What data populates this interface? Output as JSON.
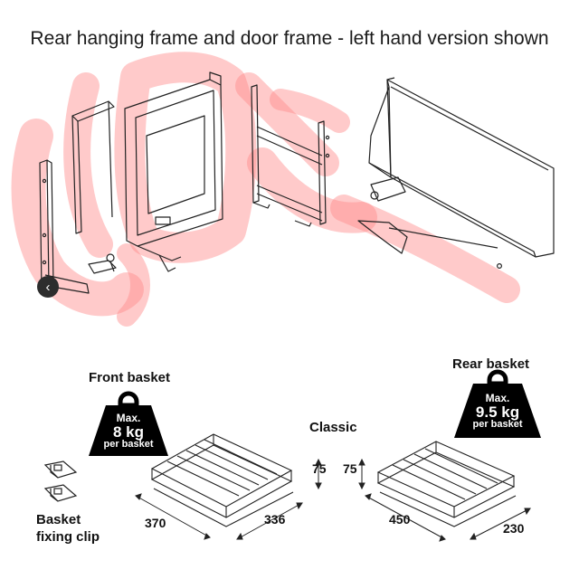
{
  "diagram": {
    "title": "Rear hanging frame and door frame - left hand version shown",
    "front_basket": {
      "label": "Front basket",
      "weight": {
        "line1": "Max.",
        "line2": "8 kg",
        "line3": "per basket"
      },
      "dim_width": "370",
      "dim_depth": "336",
      "dim_height": "75"
    },
    "rear_basket": {
      "label": "Rear basket",
      "weight": {
        "line1": "Max.",
        "line2": "9.5 kg",
        "line3": "per basket"
      },
      "dim_width": "450",
      "dim_depth": "230",
      "dim_height": "75"
    },
    "classic_label": "Classic",
    "clip_label_line1": "Basket",
    "clip_label_line2": "fixing clip",
    "colors": {
      "highlight": "#ff8a8a",
      "ink": "#222222",
      "weight_fill": "#000000"
    },
    "icons": {
      "nav": "chevron-left-icon",
      "weight": "kettlebell-weight-icon"
    }
  }
}
